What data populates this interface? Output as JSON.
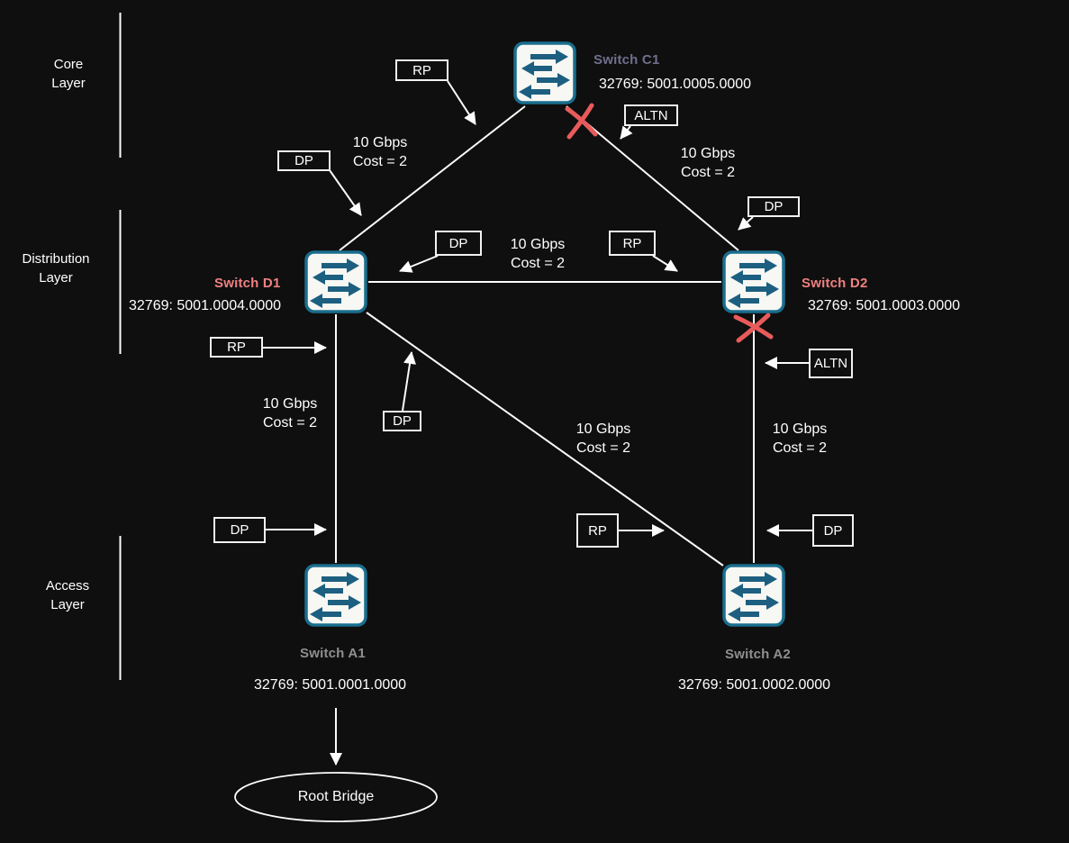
{
  "layers": [
    {
      "line1": "Core",
      "line2": "Layer"
    },
    {
      "line1": "Distribution",
      "line2": "Layer"
    },
    {
      "line1": "Access",
      "line2": "Layer"
    }
  ],
  "switches": [
    {
      "id": "C1",
      "name": "Switch C1",
      "bridge_id": "32769: 5001.0005.0000",
      "layer": "Core"
    },
    {
      "id": "D1",
      "name": "Switch D1",
      "bridge_id": "32769: 5001.0004.0000",
      "layer": "Distribution"
    },
    {
      "id": "D2",
      "name": "Switch D2",
      "bridge_id": "32769: 5001.0003.0000",
      "layer": "Distribution"
    },
    {
      "id": "A1",
      "name": "Switch A1",
      "bridge_id": "32769: 5001.0001.0000",
      "layer": "Access"
    },
    {
      "id": "A2",
      "name": "Switch A2",
      "bridge_id": "32769: 5001.0002.0000",
      "layer": "Access"
    }
  ],
  "links": [
    {
      "from": "Switch C1",
      "to": "Switch D1",
      "bandwidth": "10 Gbps",
      "cost": "Cost = 2",
      "blocked": false
    },
    {
      "from": "Switch C1",
      "to": "Switch D2",
      "bandwidth": "10 Gbps",
      "cost": "Cost = 2",
      "blocked": true
    },
    {
      "from": "Switch D1",
      "to": "Switch D2",
      "bandwidth": "10 Gbps",
      "cost": "Cost = 2",
      "blocked": false
    },
    {
      "from": "Switch D1",
      "to": "Switch A1",
      "bandwidth": "10 Gbps",
      "cost": "Cost = 2",
      "blocked": false
    },
    {
      "from": "Switch D1",
      "to": "Switch A2",
      "bandwidth": "10 Gbps",
      "cost": "Cost = 2",
      "blocked": false
    },
    {
      "from": "Switch D2",
      "to": "Switch A2",
      "bandwidth": "10 Gbps",
      "cost": "Cost = 2",
      "blocked": true
    }
  ],
  "port_labels": [
    {
      "text": "RP"
    },
    {
      "text": "DP"
    },
    {
      "text": "ALTN"
    },
    {
      "text": "DP"
    },
    {
      "text": "RP"
    },
    {
      "text": "DP"
    },
    {
      "text": "RP"
    },
    {
      "text": "DP"
    },
    {
      "text": "ALTN"
    },
    {
      "text": "DP"
    },
    {
      "text": "RP"
    },
    {
      "text": "DP"
    }
  ],
  "root_bridge": {
    "label": "Root Bridge"
  },
  "colors": {
    "background": "#0f0f0f",
    "wire": "#fcfcfc",
    "core_switch_name": "#6f6f8d",
    "distribution_switch_name": "#f08080",
    "access_switch_name": "#8f8f8f",
    "blocked_x": "#e85b5b",
    "switch_border": "#1a6e8e",
    "switch_arrows": "#1c5f80",
    "switch_fill": "#f7f7f3"
  }
}
